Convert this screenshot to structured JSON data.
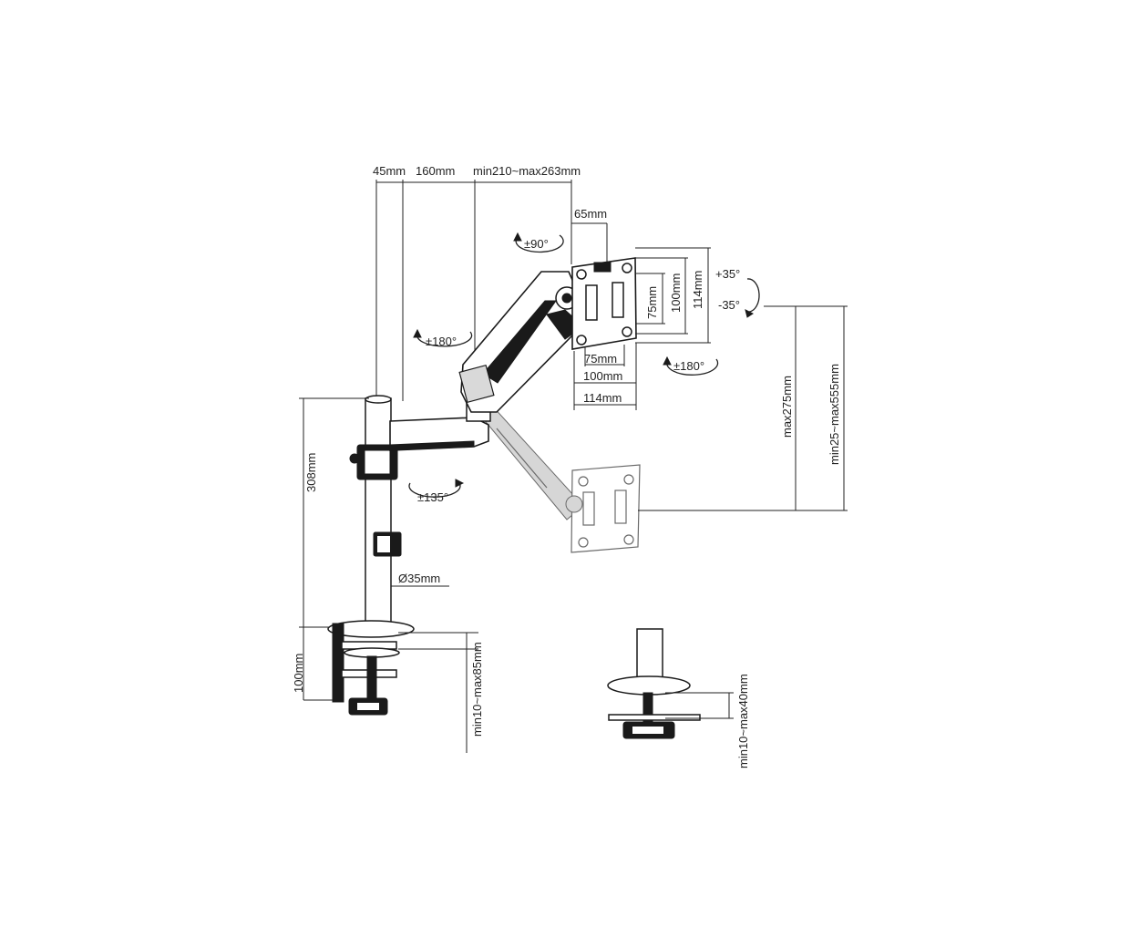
{
  "diagram": {
    "dims": {
      "d45": "45mm",
      "d160": "160mm",
      "dmin210": "min210~max263mm",
      "d65": "65mm",
      "v75": "75mm",
      "v100": "100mm",
      "v114": "114mm",
      "h75": "75mm",
      "h100": "100mm",
      "h114": "114mm",
      "max275": "max275mm",
      "min25": "min25~max555mm",
      "h308": "308mm",
      "pole": "Ø35mm",
      "clamp100": "100mm",
      "clamp_range": "min10~max85mm",
      "grommet_range": "min10~max40mm"
    },
    "rotations": {
      "r90": "±90°",
      "r180_arm": "±180°",
      "r135": "±135°",
      "r180_plate": "±180°",
      "tilt_up": "+35°",
      "tilt_down": "-35°"
    }
  }
}
